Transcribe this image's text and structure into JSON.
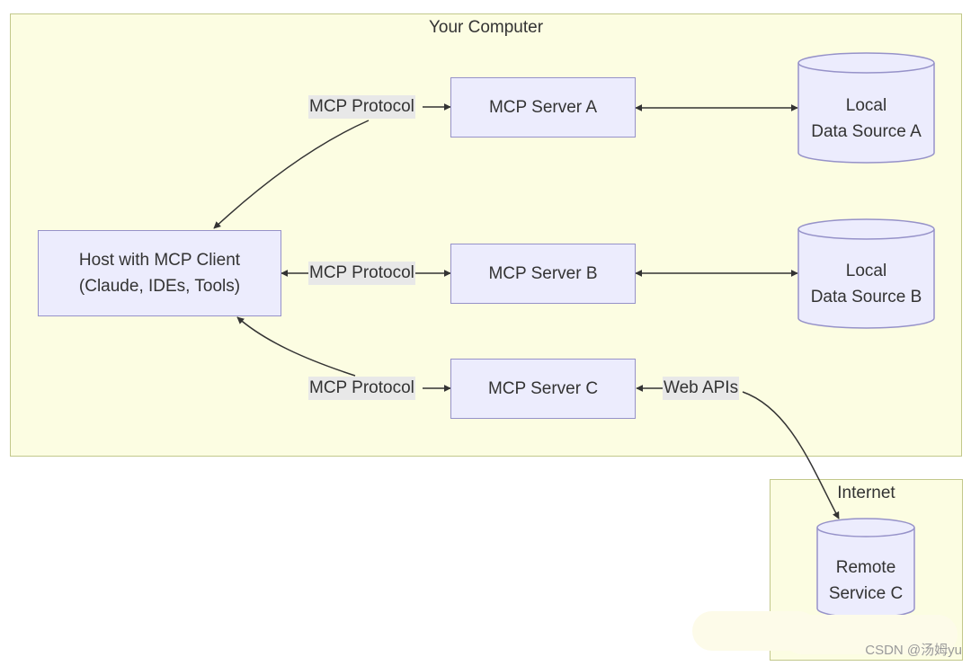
{
  "clusters": {
    "computer": "Your Computer",
    "internet": "Internet"
  },
  "nodes": {
    "host": [
      "Host with MCP Client",
      "(Claude, IDEs, Tools)"
    ],
    "server_a": "MCP Server A",
    "server_b": "MCP Server B",
    "server_c": "MCP Server C"
  },
  "databases": {
    "local_a": [
      "Local",
      "Data Source A"
    ],
    "local_b": [
      "Local",
      "Data Source B"
    ],
    "remote_c": [
      "Remote",
      "Service C"
    ]
  },
  "edge_labels": {
    "host_a": "MCP Protocol",
    "host_b": "MCP Protocol",
    "host_c": "MCP Protocol",
    "c_remote": "Web APIs"
  },
  "watermark": "CSDN @汤姆yu",
  "colors": {
    "cluster_fill": "#fcfde2",
    "cluster_border": "#c2c88b",
    "node_fill": "#ececfd",
    "node_border": "#9692c9",
    "edge": "#333333",
    "label_bg": "#e8e8e8"
  }
}
